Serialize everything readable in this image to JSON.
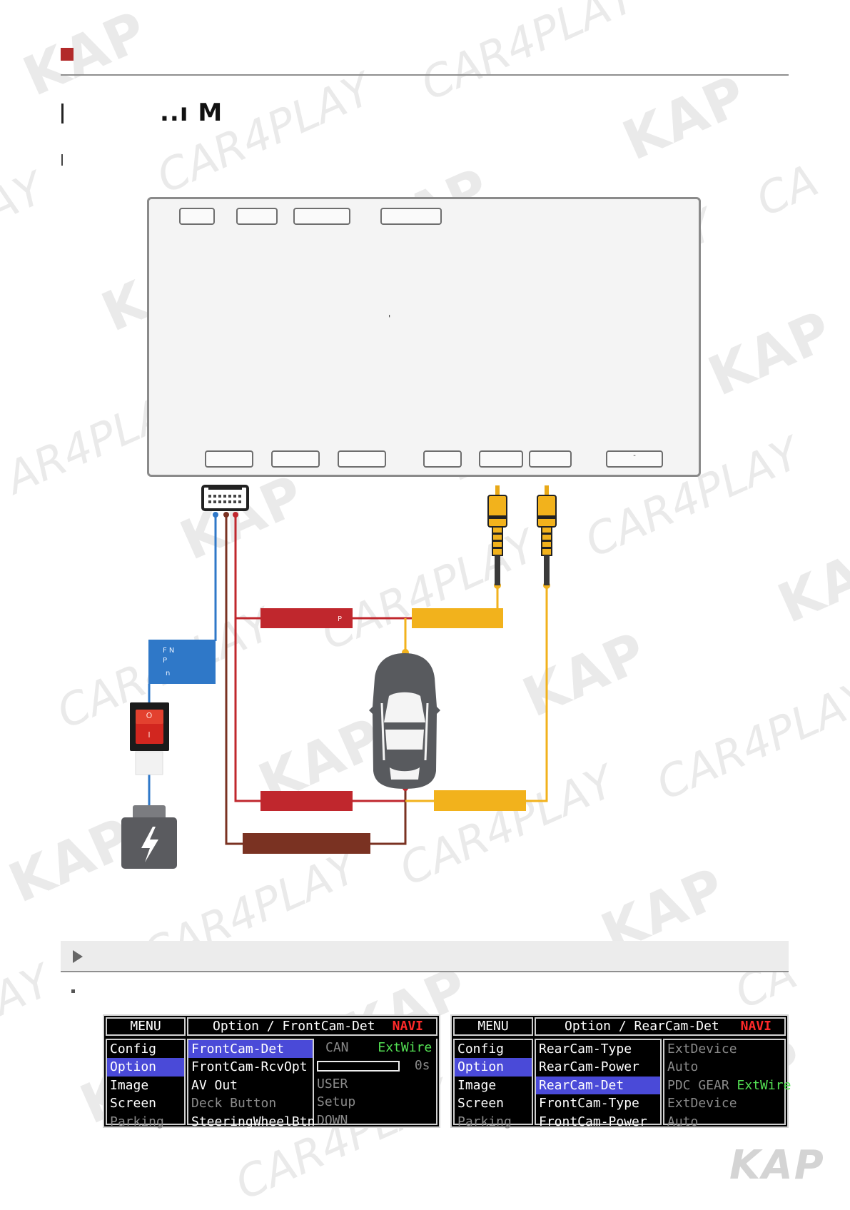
{
  "header": {
    "title_glyph": "..ı M"
  },
  "unit": {
    "center_mark": "'",
    "port_bottom_right_label": "-"
  },
  "blue_box": {
    "line1": "F  N",
    "line2": "  P",
    "line3": "n"
  },
  "switch": {
    "on_symbol": "O",
    "off_symbol": "I"
  },
  "red_box_top": {
    "label": "P"
  },
  "colors": {
    "accent_red": "#b22a2a",
    "wire_red": "#c0272d",
    "wire_blue": "#2f78c8",
    "wire_brown": "#7a3222",
    "wire_yellow": "#f2b21c",
    "car": "#585a5e"
  },
  "icons": [
    "play-icon",
    "battery-icon",
    "car-icon",
    "rca-connector-icon",
    "multi-pin-connector-icon",
    "rocker-switch-icon"
  ],
  "osd_left": {
    "menu_title": "MENU",
    "header_title": "Option / FrontCam-Det",
    "header_badge": "NAVI",
    "menu_items": [
      "Config",
      "Option",
      "Image",
      "Screen",
      "Parking"
    ],
    "option_items": [
      "FrontCam-Det",
      "FrontCam-RcvOpt",
      "AV Out",
      "Deck Button",
      "SteeringWheelBtn"
    ],
    "value_row1_a": "CAN",
    "value_row1_b": "ExtWire",
    "value_row2": "0s",
    "value_items": [
      "USER",
      "Setup",
      "DOWN"
    ]
  },
  "osd_right": {
    "menu_title": "MENU",
    "header_title": "Option / RearCam-Det",
    "header_badge": "NAVI",
    "menu_items": [
      "Config",
      "Option",
      "Image",
      "Screen",
      "Parking"
    ],
    "option_items": [
      "RearCam-Type",
      "RearCam-Power",
      "RearCam-Det",
      "FrontCam-Type",
      "FrontCam-Power"
    ],
    "value_items": [
      "ExtDevice",
      "Auto"
    ],
    "value_row3_a": "PDC GEAR",
    "value_row3_b": "ExtWire",
    "value_items2": [
      "ExtDevice",
      "Auto"
    ]
  },
  "logo": "KAP"
}
